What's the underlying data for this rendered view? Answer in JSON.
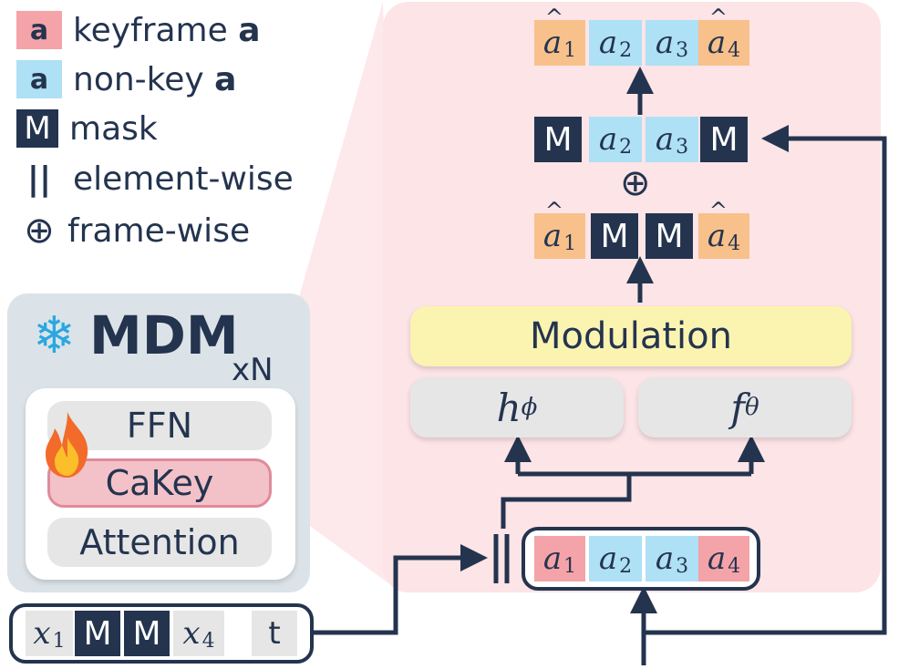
{
  "legend": {
    "keyframe": {
      "swatch": "a",
      "text": "keyframe ",
      "bold": "a"
    },
    "nonkey": {
      "swatch": "a",
      "text": "non-key ",
      "bold": "a"
    },
    "mask": {
      "swatch": "M",
      "text": "mask"
    },
    "elementwise": {
      "symbol": "||",
      "text": "element-wise"
    },
    "framewise": {
      "symbol": "⊕",
      "text": "frame-wise"
    }
  },
  "mdm": {
    "title": "MDM",
    "repeat": "xN",
    "layers": {
      "ffn": "FFN",
      "cakey": "CaKey",
      "attention": "Attention"
    }
  },
  "input": {
    "tokens": [
      {
        "sym": "x",
        "sub": "1"
      },
      {
        "sym": "M"
      },
      {
        "sym": "M"
      },
      {
        "sym": "x",
        "sub": "4"
      }
    ],
    "time": "t"
  },
  "modules": {
    "modulation": "Modulation",
    "h": "h",
    "h_sub": "ϕ",
    "f": "f",
    "f_sub": "θ"
  },
  "rows": {
    "top": [
      {
        "sym": "a",
        "sub": "1",
        "hat": true
      },
      {
        "sym": "a",
        "sub": "2"
      },
      {
        "sym": "a",
        "sub": "3"
      },
      {
        "sym": "a",
        "sub": "4",
        "hat": true
      }
    ],
    "mask_row": [
      {
        "sym": "M"
      },
      {
        "sym": "a",
        "sub": "2"
      },
      {
        "sym": "a",
        "sub": "3"
      },
      {
        "sym": "M"
      }
    ],
    "plus": "⊕",
    "pred_row": [
      {
        "sym": "a",
        "sub": "1",
        "hat": true
      },
      {
        "sym": "M"
      },
      {
        "sym": "M"
      },
      {
        "sym": "a",
        "sub": "4",
        "hat": true
      }
    ],
    "input_row": [
      {
        "sym": "a",
        "sub": "1"
      },
      {
        "sym": "a",
        "sub": "2"
      },
      {
        "sym": "a",
        "sub": "3"
      },
      {
        "sym": "a",
        "sub": "4"
      }
    ]
  },
  "colors": {
    "navy": "#24344f",
    "keyframe": "#f4a3a8",
    "nonkey": "#aee0f6",
    "predicted": "#f8c08a",
    "modulation": "#fbf3b0",
    "panel": "#fde4e6",
    "mdm_bg": "#dbe3e8",
    "snowflake": "#2aa7e0"
  }
}
